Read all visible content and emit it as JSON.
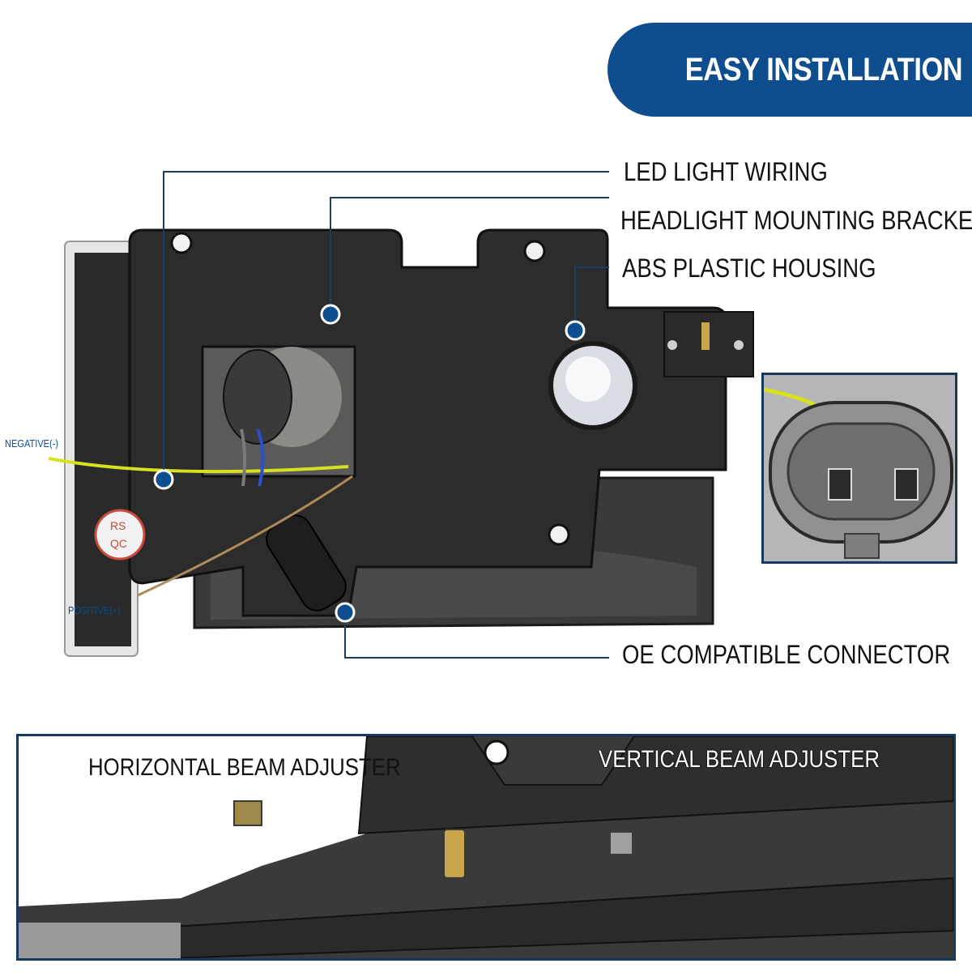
{
  "banner": {
    "title": "EASY INSTALLATION"
  },
  "callouts": {
    "led_wiring": "LED LIGHT WIRING",
    "mounting_bracket": "HEADLIGHT MOUNTING BRACKET",
    "abs_housing": "ABS PLASTIC HOUSING",
    "oe_connector": "OE COMPATIBLE CONNECTOR"
  },
  "wires": {
    "negative": "NEGATIVE(-)",
    "positive": "POSITIVE(+)"
  },
  "housing_stamp": {
    "line1": "RS",
    "line2": "QC"
  },
  "adjusters": {
    "horizontal": "HORIZONTAL BEAM ADJUSTER",
    "vertical": "VERTICAL BEAM ADJUSTER"
  },
  "colors": {
    "accent": "#0e4d8e",
    "frame": "#163a5f",
    "negative_wire": "#d8e020",
    "positive_wire": "#b08a5a"
  }
}
